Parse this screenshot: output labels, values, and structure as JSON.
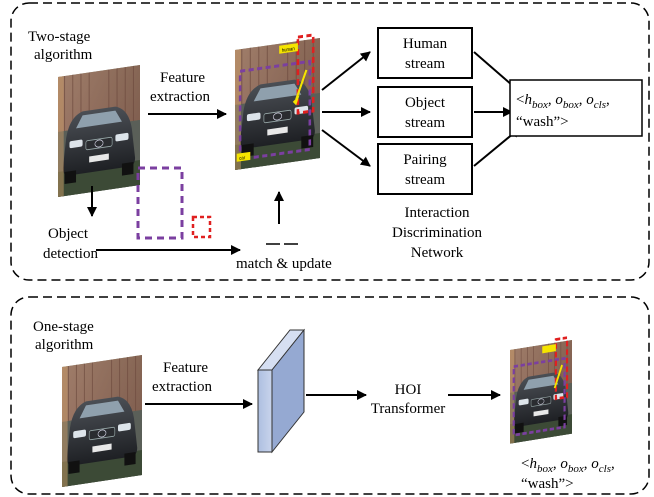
{
  "two_stage": {
    "title_line1": "Two-stage",
    "title_line2": "algorithm",
    "feature_extraction_line1": "Feature",
    "feature_extraction_line2": "extraction",
    "object_detection_line1": "Object",
    "object_detection_line2": "detection",
    "match_update": "match & update",
    "streams": {
      "human_line1": "Human",
      "human_line2": "stream",
      "object_line1": "Object",
      "object_line2": "stream",
      "pairing_line1": "Pairing",
      "pairing_line2": "stream"
    },
    "network_line1": "Interaction",
    "network_line2": "Discrimination",
    "network_line3": "Network",
    "output": {
      "open": "<",
      "h": "h",
      "h_sub": "box",
      "o": "o",
      "o_sub": "box",
      "c": "o",
      "c_sub": "cls",
      "sep": ", ",
      "wash": "“wash”>"
    },
    "image_tags": {
      "top": "human",
      "bottom": "car"
    }
  },
  "one_stage": {
    "title_line1": "One-stage",
    "title_line2": "algorithm",
    "feature_extraction_line1": "Feature",
    "feature_extraction_line2": "extraction",
    "hoi_line1": "HOI",
    "hoi_line2": "Transformer",
    "output": {
      "open": "<",
      "h": "h",
      "h_sub": "box",
      "o": "o",
      "o_sub": "box",
      "c": "o",
      "c_sub": "cls",
      "sep": ", ",
      "wash": "“wash”>"
    }
  },
  "colors": {
    "purple_box": "#7b3fa0",
    "red_box": "#e02020",
    "tag_yellow": "#f5e400",
    "feature_block": "#b8c8e6"
  }
}
